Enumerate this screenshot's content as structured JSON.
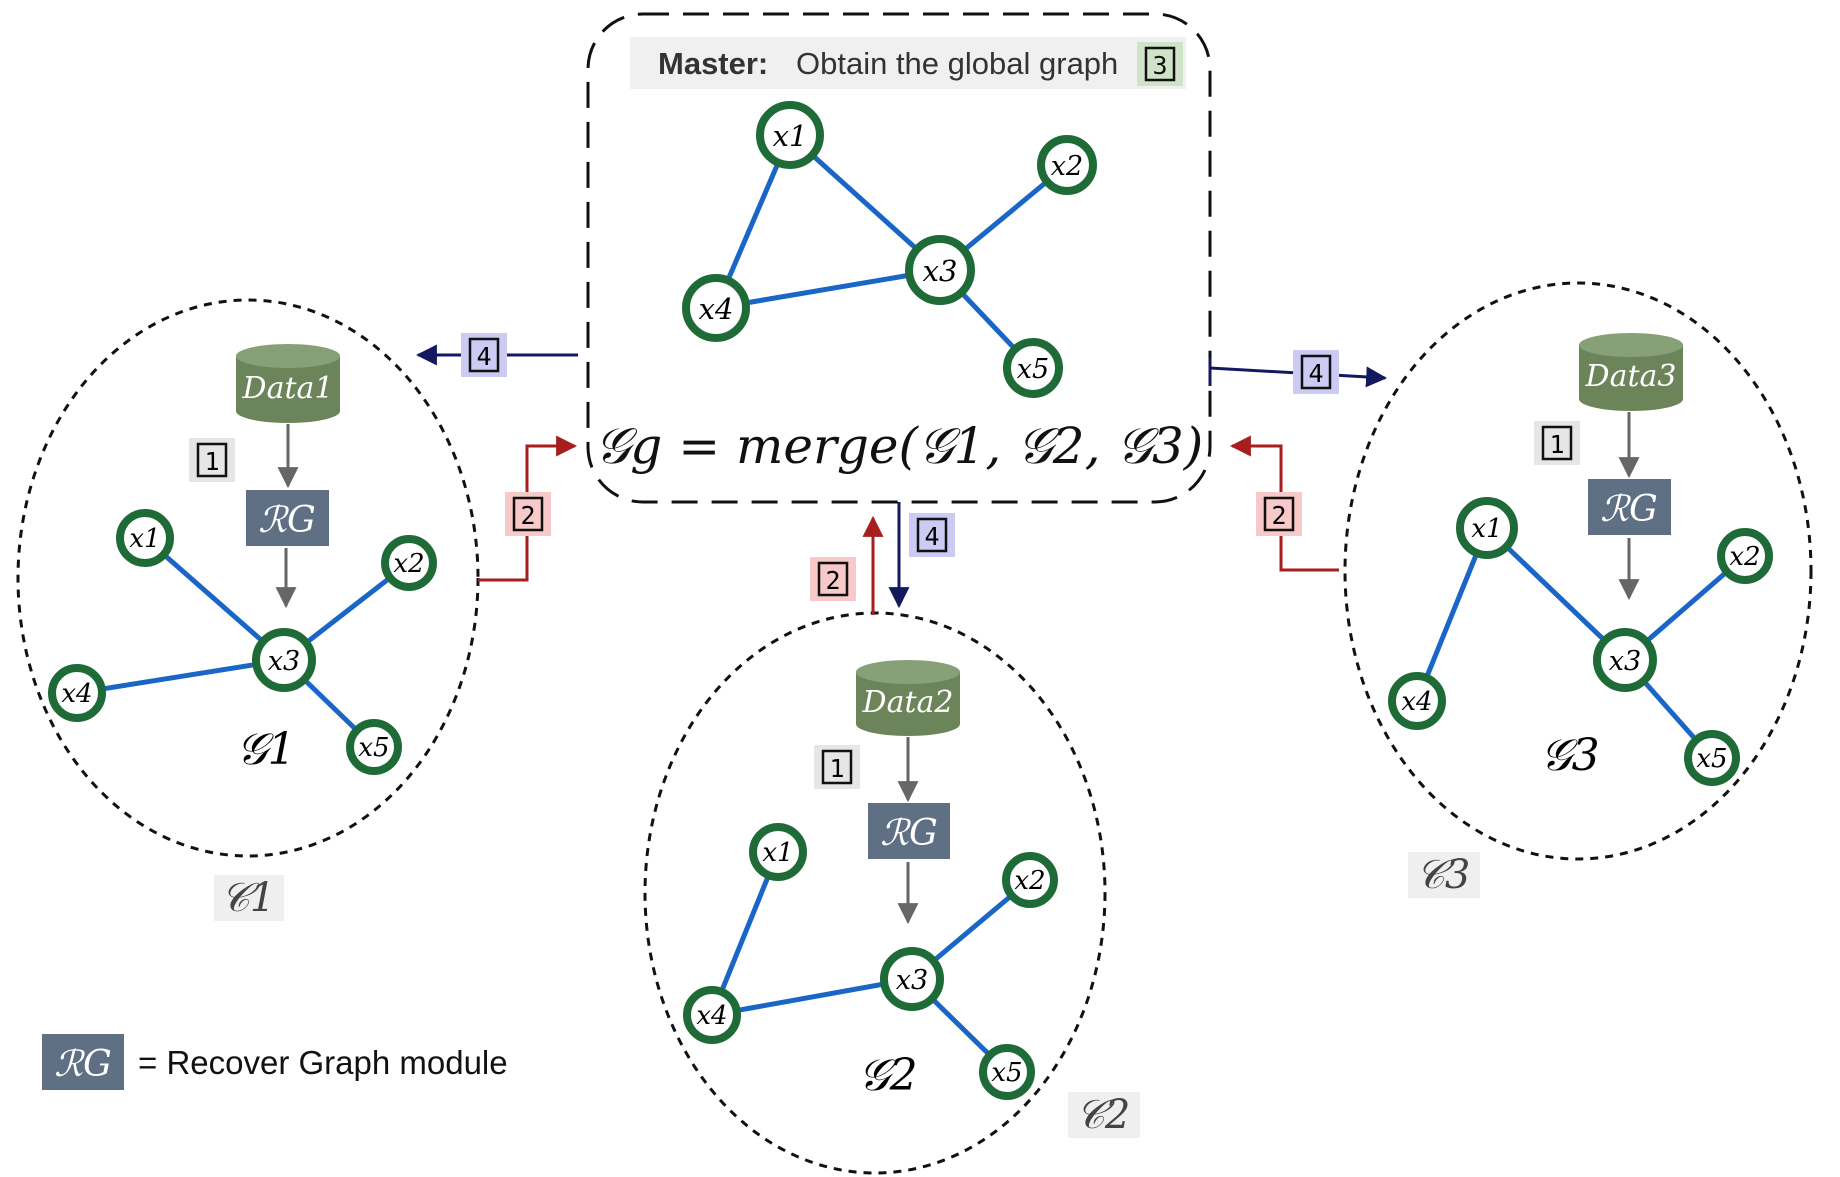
{
  "master": {
    "title_bold": "Master:",
    "title_rest": "Obtain the global graph",
    "step": "3",
    "formula": "𝒢g = merge(𝒢1, 𝒢2, 𝒢3)",
    "node_labels": [
      "x1",
      "x2",
      "x3",
      "x4",
      "x5"
    ]
  },
  "clients": [
    {
      "id": "C1",
      "label": "𝒞1",
      "data_label": "Data1",
      "graph_label": "𝒢1",
      "step1": "1",
      "step2": "2",
      "step4": "4",
      "node_labels": [
        "x1",
        "x2",
        "x3",
        "x4",
        "x5"
      ]
    },
    {
      "id": "C2",
      "label": "𝒞2",
      "data_label": "Data2",
      "graph_label": "𝒢2",
      "step1": "1",
      "step2": "2",
      "step4": "4",
      "node_labels": [
        "x1",
        "x2",
        "x3",
        "x4",
        "x5"
      ]
    },
    {
      "id": "C3",
      "label": "𝒞3",
      "data_label": "Data3",
      "graph_label": "𝒢3",
      "step1": "1",
      "step2": "2",
      "step4": "4",
      "node_labels": [
        "x1",
        "x2",
        "x3",
        "x4",
        "x5"
      ]
    }
  ],
  "module": {
    "symbol": "ℛG",
    "legend_text": "= Recover Graph module"
  },
  "colors": {
    "node_stroke": "#1e6b38",
    "edge": "#1a66c7",
    "data_fill": "#6b8459",
    "module_fill": "#5f6f84",
    "arrow_up": "#a61e1e",
    "arrow_down": "#13195e",
    "step2_bg": "#f7c9c9",
    "step4_bg": "#cbcbf3",
    "step3_bg": "#cfe3c9",
    "step1_bg": "#e6e6e6"
  }
}
